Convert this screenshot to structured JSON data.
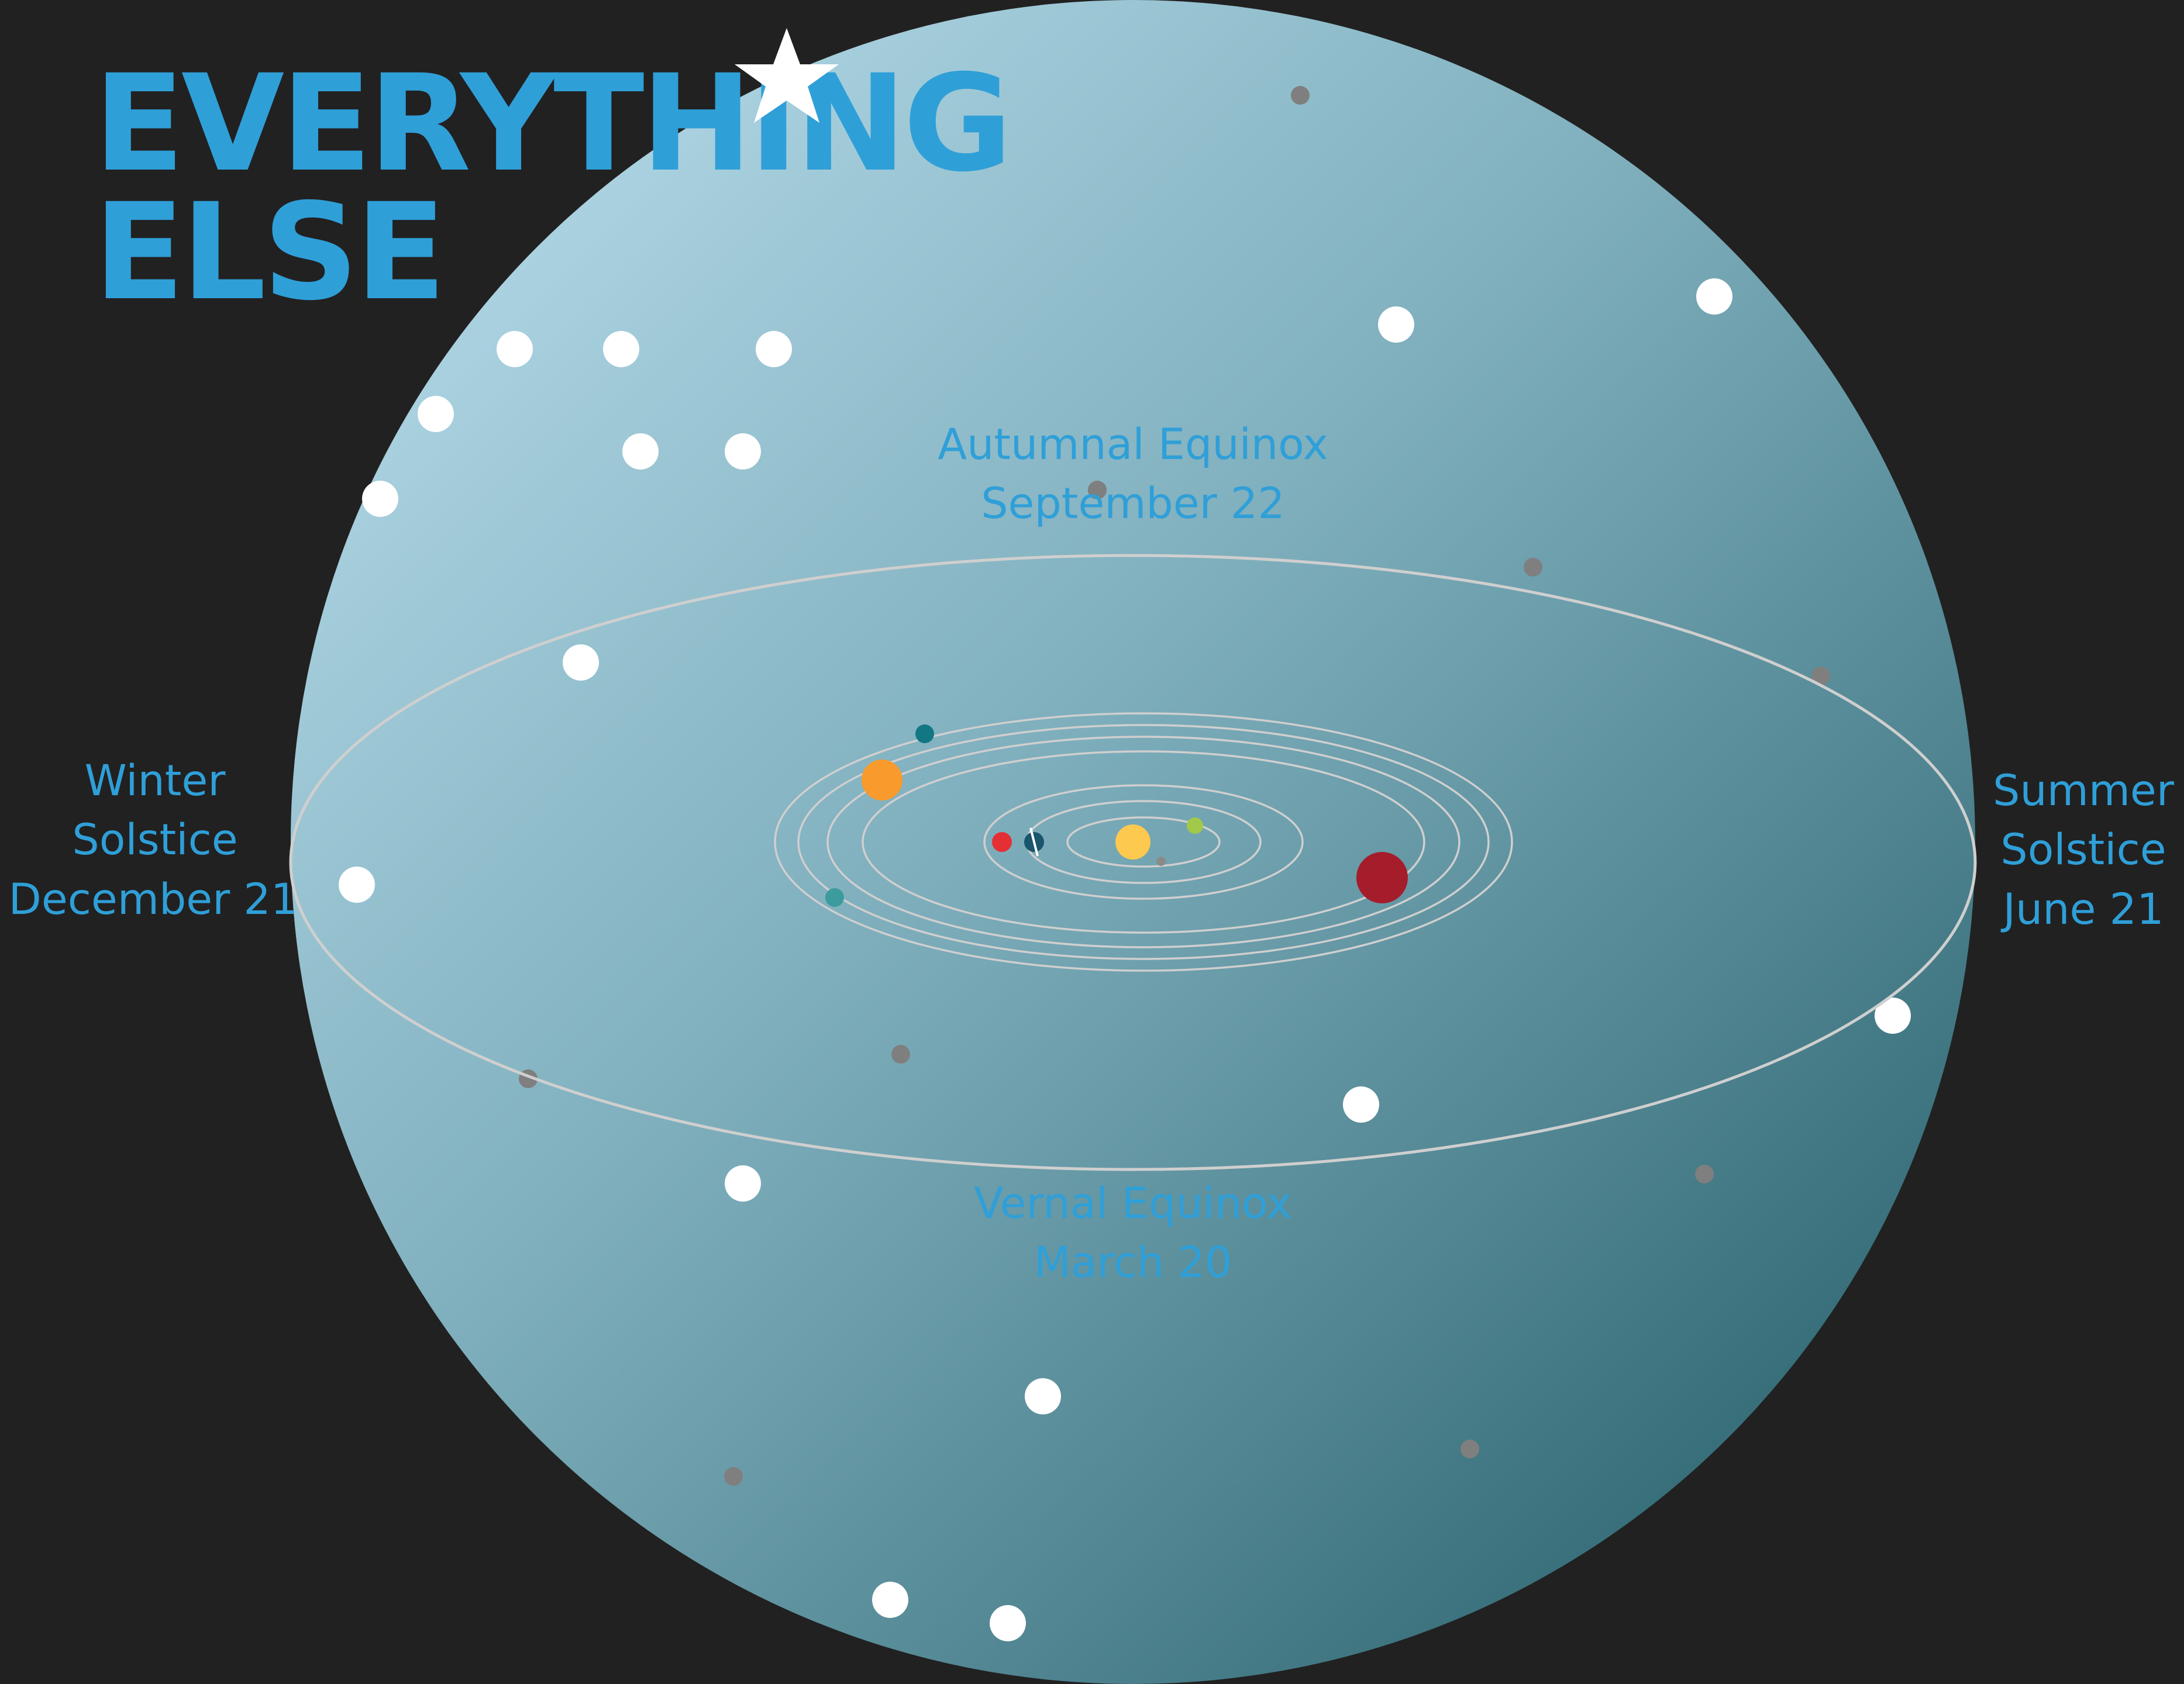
{
  "title": {
    "line1": "EVERYTHING",
    "line2": "ELSE"
  },
  "labels": {
    "autumnal": {
      "line1": "Autumnal Equinox",
      "line2": "September 22"
    },
    "winter": {
      "line1": "Winter",
      "line2": "Solstice",
      "line3": "December 21"
    },
    "summer": {
      "line1": "Summer",
      "line2": "Solstice",
      "line3": "June 21"
    },
    "vernal": {
      "line1": "Vernal Equinox",
      "line2": "March 20"
    }
  },
  "colors": {
    "background": "#212121",
    "sphere_light": "#b7dcec",
    "sphere_dark": "#235c66",
    "text_blue": "#2f9fd8",
    "sun": "#fdc94e",
    "jupiter": "#f89a2c",
    "antares_red": "#a51d2b",
    "mars": "#e42f35",
    "earth": "#19556b",
    "venus": "#a2c94a",
    "neptune": "#137783",
    "uranus": "#3c9b9d",
    "orbit": "#cfcfcf",
    "star": "#ffffff",
    "faint_star": "#7f7f7f"
  },
  "icons": {
    "north_star": "star-icon"
  }
}
